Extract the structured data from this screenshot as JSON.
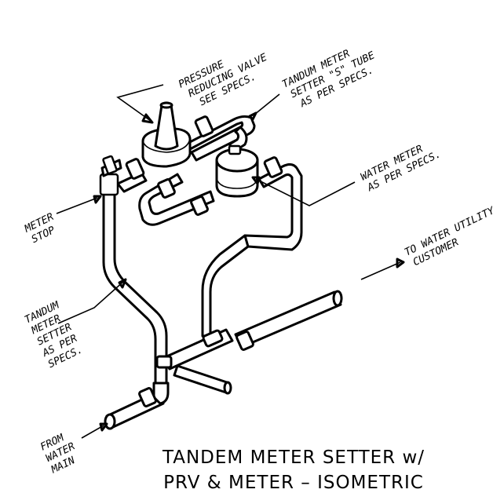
{
  "labels": {
    "prv": [
      "PRESSURE",
      "REDUCING VALVE",
      "SEE SPECS."
    ],
    "s_tube": [
      "TANDUM METER",
      "SETTER \"S\" TUBE",
      "AS PER SPECS."
    ],
    "water_meter": [
      "WATER METER",
      "AS PER SPECS."
    ],
    "meter_stop": [
      "METER",
      "STOP"
    ],
    "to_customer": [
      "TO WATER UTILITY",
      "CUSTOMER"
    ],
    "setter": [
      "TANDUM",
      "METER",
      "SETTER",
      "AS PER",
      "SPECS."
    ],
    "from_main": [
      "FROM",
      "WATER",
      "MAIN"
    ]
  },
  "title": [
    "TANDEM METER SETTER w/",
    "PRV & METER – ISOMETRIC"
  ],
  "colors": {
    "ink": "#000000",
    "paper": "#ffffff"
  }
}
